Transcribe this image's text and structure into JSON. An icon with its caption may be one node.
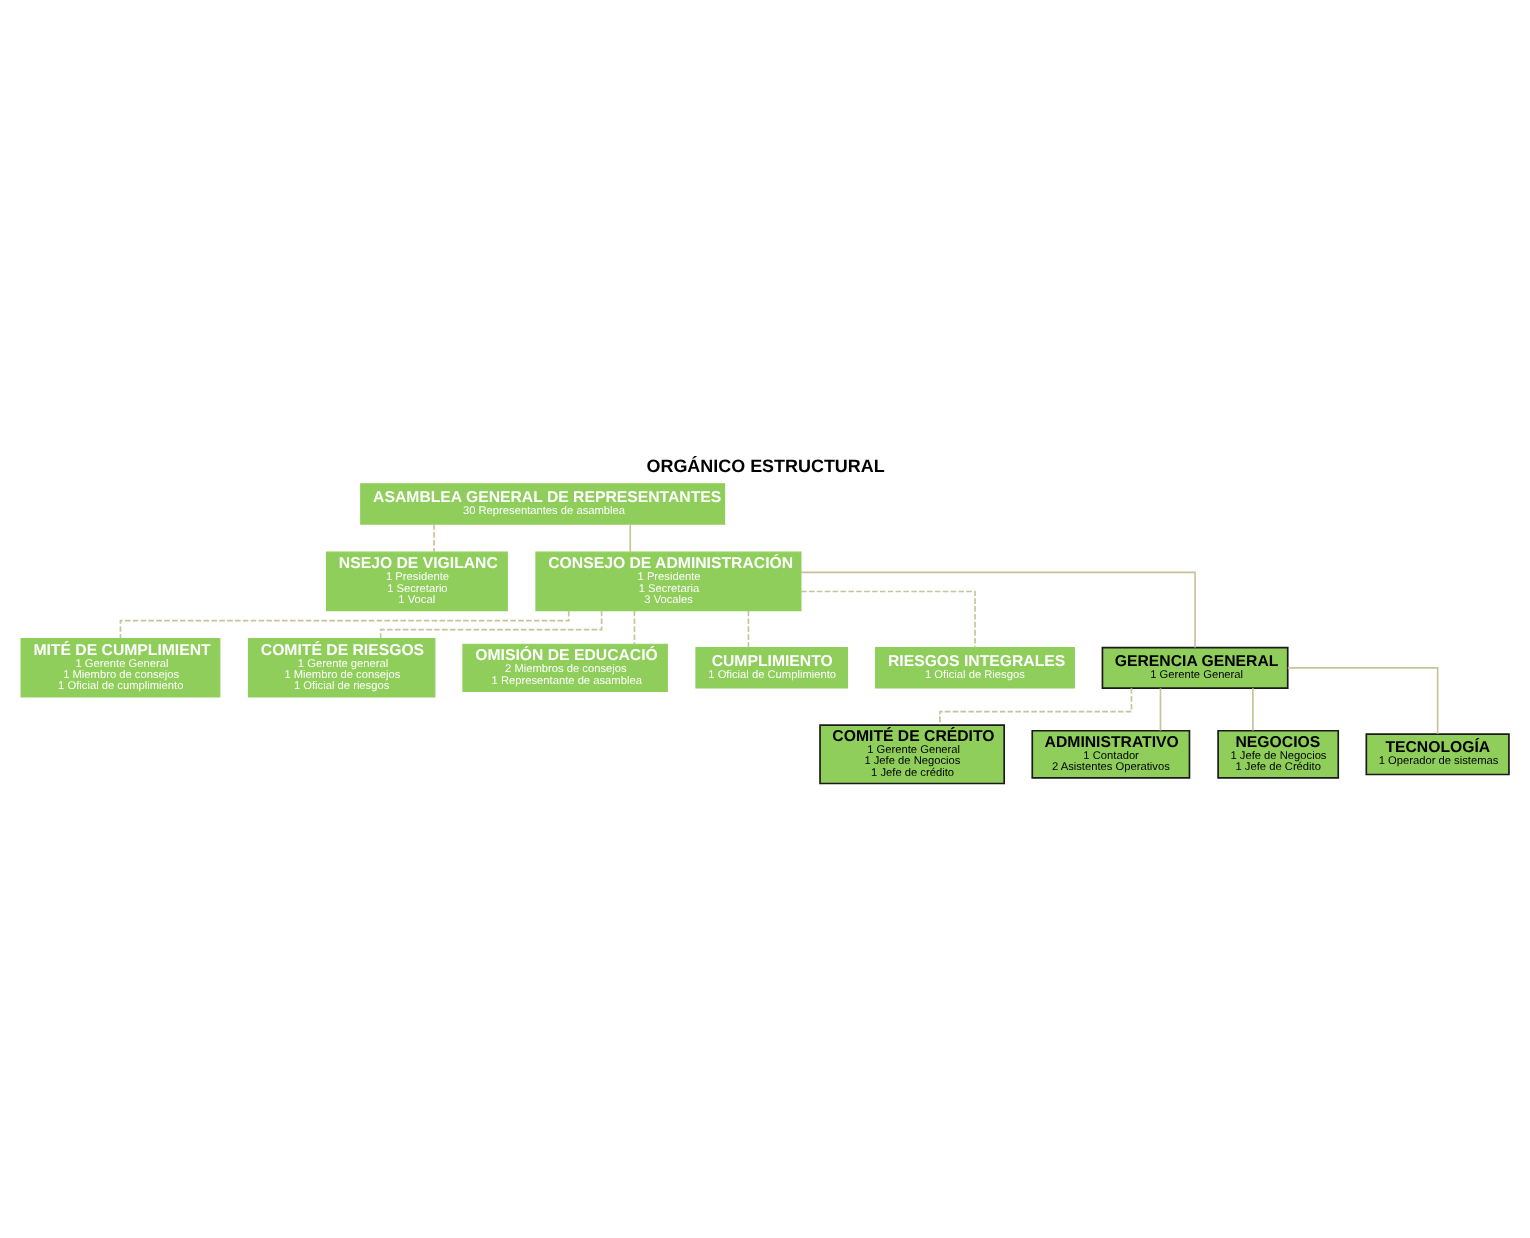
{
  "diagram": {
    "title": "ORGÁNICO ESTRUCTURAL",
    "nodes": [
      {
        "text": [
          "ASAMBLEA GENERAL DE REPRESENTANTES",
          "30 Representantes de asamblea"
        ]
      },
      {
        "text": [
          "NSEJO DE VIGILANC",
          "1 Presidente",
          "1 Secretario",
          "1 Vocal"
        ]
      },
      {
        "text": [
          "CONSEJO DE ADMINISTRACIÓN",
          "1 Presidente",
          "1 Secretaria",
          "3 Vocales"
        ]
      },
      {
        "text": [
          "MITÉ DE CUMPLIMIENT",
          "1 Gerente General",
          "1 Miembro de consejos",
          "1 Oficial de cumplimiento"
        ]
      },
      {
        "text": [
          "COMITÉ DE RIESGOS",
          "1 Gerente general",
          "1 Miembro de consejos",
          "1 Oficial de riesgos"
        ]
      },
      {
        "text": [
          "OMISIÓN DE EDUCACIÓ",
          "2 Miembros de consejos",
          "1 Representante de asamblea"
        ]
      },
      {
        "text": [
          "CUMPLIMIENTO",
          "1 Oficial de Cumplimiento"
        ]
      },
      {
        "text": [
          "RIESGOS INTEGRALES",
          "1 Oficial de Riesgos"
        ]
      },
      {
        "text": [
          "GERENCIA GENERAL",
          "1 Gerente General"
        ]
      },
      {
        "text": [
          "COMITÉ DE CRÉDITO",
          "1 Gerente General",
          "1 Jefe de Negocios",
          "1 Jefe de crédito"
        ]
      },
      {
        "text": [
          "ADMINISTRATIVO",
          "1 Contador",
          "2 Asistentes Operativos"
        ]
      },
      {
        "text": [
          "NEGOCIOS",
          "1 Jefe de Negocios",
          "1 Jefe de Crédito"
        ]
      },
      {
        "text": [
          "TECNOLOGÍA",
          "1 Operador de sistemas"
        ]
      }
    ],
    "edges": [
      {
        "from": 0,
        "to": 1,
        "arrow": "none",
        "style": "dashed"
      },
      {
        "from": 0,
        "to": 2,
        "arrow": "none"
      },
      {
        "from": 2,
        "to": 3,
        "arrow": "none",
        "style": "dashed"
      },
      {
        "from": 2,
        "to": 4,
        "arrow": "none",
        "style": "dashed"
      },
      {
        "from": 2,
        "to": 5,
        "arrow": "none",
        "style": "dashed"
      },
      {
        "from": 2,
        "to": 6,
        "arrow": "none",
        "style": "dashed"
      },
      {
        "from": 2,
        "to": 7,
        "arrow": "none",
        "style": "dashed"
      },
      {
        "from": 2,
        "to": 8,
        "arrow": "none"
      },
      {
        "from": 8,
        "to": 9,
        "arrow": "none",
        "style": "dashed"
      },
      {
        "from": 8,
        "to": 10,
        "arrow": "none"
      },
      {
        "from": 8,
        "to": 11,
        "arrow": "none"
      },
      {
        "from": 8,
        "to": 12,
        "arrow": "none"
      }
    ]
  }
}
